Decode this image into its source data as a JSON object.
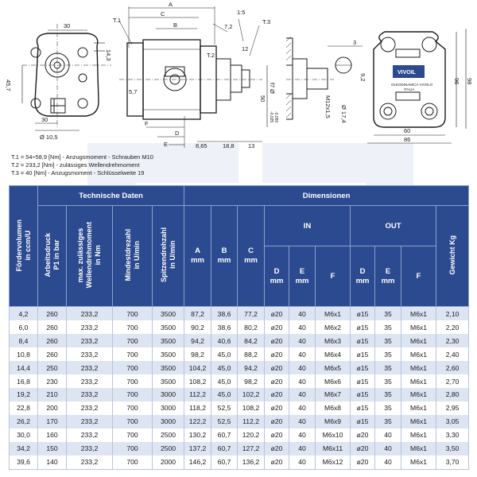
{
  "drawing": {
    "left_view": {
      "dims": [
        "30",
        "14,3",
        "45,7",
        "30",
        "Ø 10,5"
      ]
    },
    "side_view": {
      "dims": [
        "A",
        "C",
        "B",
        "T.1",
        "T.2",
        "T.3",
        "7,2",
        "1:5",
        "12",
        "5,7",
        "F",
        "D",
        "E",
        "8,65",
        "18,8",
        "13",
        "50",
        "-0,025",
        "-0,050"
      ],
      "phi": "f7",
      "phi_prefix": "Ø"
    },
    "shaft_view": {
      "dims": [
        "3",
        "9,2",
        "Ø 17,4",
        "M12x1,5"
      ]
    },
    "right_view": {
      "dims": [
        "60",
        "86",
        "96",
        "98"
      ],
      "label1": "VIVOIL",
      "label2": "OLEODINAMICA VIVOLO",
      "label3": "ITALIA"
    }
  },
  "notes": [
    "T.1 = 54÷58,9 [Nm] - Anzugsmoment - Schrauben M10",
    "T.2 = 233,2 [Nm] - zulässiges Wellendrehmoment",
    "T.3 = 40 [Nm] - Anzugsmoment - Schlüsselweite 19"
  ],
  "table": {
    "group_technical": "Technische Daten",
    "group_dimensions": "Dimensionen",
    "group_in": "IN",
    "group_out": "OUT",
    "col_displacement": "Fördervolumen\nin ccm/U",
    "col_pressure": "Arbeitsdruck\nP1 in bar",
    "col_torque": "max. zulässiges\nWellendrehmoment\nin Nm",
    "col_min_speed": "Mindestdrezahl\nin U/min",
    "col_max_speed": "Spitzendrehzahl\nin U/min",
    "col_weight": "Gewicht  Kg",
    "dim_headers": [
      {
        "label": "A",
        "unit": "mm"
      },
      {
        "label": "B",
        "unit": "mm"
      },
      {
        "label": "C",
        "unit": "mm"
      },
      {
        "label": "D",
        "unit": "mm"
      },
      {
        "label": "E",
        "unit": "mm"
      },
      {
        "label": "F",
        "unit": ""
      },
      {
        "label": "D",
        "unit": "mm"
      },
      {
        "label": "E",
        "unit": "mm"
      },
      {
        "label": "F",
        "unit": ""
      }
    ],
    "rows": [
      [
        "4,2",
        "260",
        "233,2",
        "700",
        "3500",
        "87,2",
        "38,6",
        "77,2",
        "ø20",
        "40",
        "M6x1",
        "ø15",
        "35",
        "M6x1",
        "2,10"
      ],
      [
        "6,0",
        "260",
        "233,2",
        "700",
        "3500",
        "90,2",
        "38,6",
        "80,2",
        "ø20",
        "40",
        "M6x2",
        "ø15",
        "35",
        "M6x1",
        "2,20"
      ],
      [
        "8,4",
        "260",
        "233,2",
        "700",
        "3500",
        "94,2",
        "40,6",
        "84,2",
        "ø20",
        "40",
        "M6x3",
        "ø15",
        "35",
        "M6x1",
        "2,30"
      ],
      [
        "10,8",
        "260",
        "233,2",
        "700",
        "3500",
        "98,2",
        "45,0",
        "88,2",
        "ø20",
        "40",
        "M6x4",
        "ø15",
        "35",
        "M6x1",
        "2,40"
      ],
      [
        "14,4",
        "250",
        "233,2",
        "700",
        "3500",
        "104,2",
        "45,0",
        "94,2",
        "ø20",
        "40",
        "M6x5",
        "ø15",
        "35",
        "M6x1",
        "2,60"
      ],
      [
        "16,8",
        "230",
        "233,2",
        "700",
        "3500",
        "108,2",
        "45,0",
        "98,2",
        "ø20",
        "40",
        "M6x6",
        "ø15",
        "35",
        "M6x1",
        "2,70"
      ],
      [
        "19,2",
        "210",
        "233,2",
        "700",
        "3000",
        "112,2",
        "45,0",
        "102,2",
        "ø20",
        "40",
        "M6x7",
        "ø15",
        "35",
        "M6x1",
        "2,80"
      ],
      [
        "22,8",
        "200",
        "233,2",
        "700",
        "3000",
        "118,2",
        "52,5",
        "108,2",
        "ø20",
        "40",
        "M6x8",
        "ø15",
        "35",
        "M6x1",
        "2,95"
      ],
      [
        "26,2",
        "170",
        "233,2",
        "700",
        "3000",
        "122,2",
        "52,5",
        "112,2",
        "ø20",
        "40",
        "M6x9",
        "ø15",
        "35",
        "M6x1",
        "3,05"
      ],
      [
        "30,0",
        "160",
        "233,2",
        "700",
        "2500",
        "130,2",
        "60,7",
        "120,2",
        "ø20",
        "40",
        "M6x10",
        "ø20",
        "40",
        "M6x1",
        "3,30"
      ],
      [
        "34,2",
        "150",
        "233,2",
        "700",
        "2500",
        "137,2",
        "60,7",
        "127,2",
        "ø20",
        "40",
        "M6x11",
        "ø20",
        "40",
        "M6x1",
        "3,50"
      ],
      [
        "39,6",
        "140",
        "233,2",
        "700",
        "2000",
        "146,2",
        "60,7",
        "136,2",
        "ø20",
        "40",
        "M6x12",
        "ø20",
        "40",
        "M6x1",
        "3,70"
      ]
    ]
  }
}
